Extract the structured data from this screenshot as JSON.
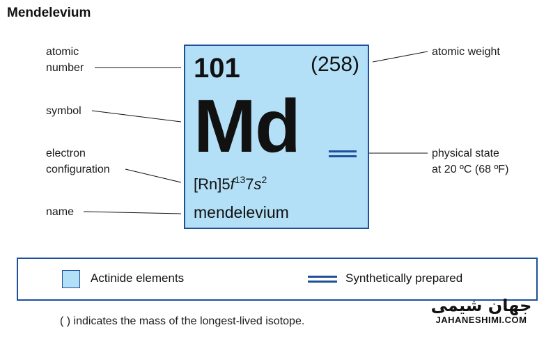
{
  "title": "Mendelevium",
  "tile": {
    "atomic_number": "101",
    "atomic_weight": "(258)",
    "symbol": "Md",
    "config_core": "[Rn]5",
    "config_f": "f",
    "config_f_exp": "13",
    "config_seven": "7",
    "config_s": "s",
    "config_s_exp": "2",
    "name": "mendelevium",
    "fill_color": "#b3e0f7",
    "border_color": "#1d4f9c"
  },
  "labels": {
    "atomic_number_l1": "atomic",
    "atomic_number_l2": "number",
    "symbol": "symbol",
    "electron_config_l1": "electron",
    "electron_config_l2": "configuration",
    "name": "name",
    "atomic_weight": "atomic weight",
    "physical_state_l1": "physical state",
    "physical_state_l2": "at 20 ºC (68 ºF)"
  },
  "physical_state_icon": "double-bar-icon",
  "legend": {
    "actinide_label": "Actinide elements",
    "synthetic_label": "Synthetically prepared",
    "swatch_icon": "color-swatch-icon",
    "synthetic_icon": "double-bar-icon"
  },
  "footnote": "( ) indicates the mass of the longest-lived isotope.",
  "watermark": {
    "persian": "جهان شیمی",
    "latin": "JAHANESHIMI.COM",
    "accent_color": "#f2a900"
  }
}
